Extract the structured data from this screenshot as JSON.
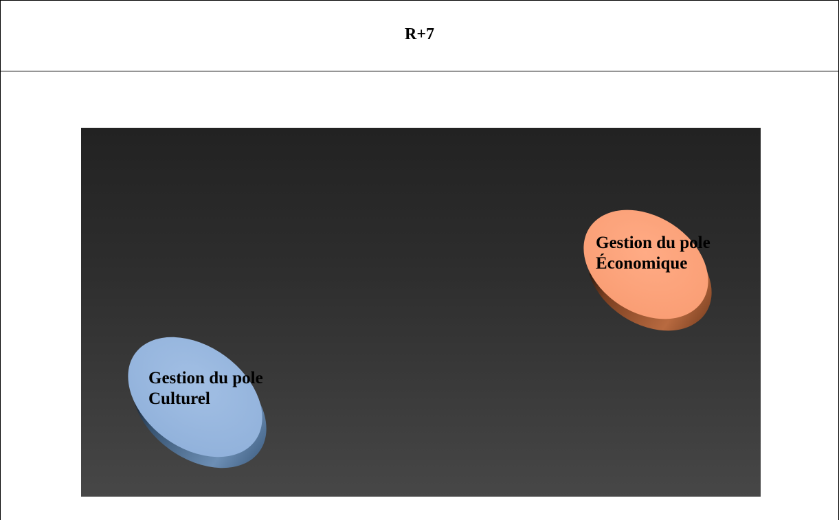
{
  "header": {
    "title": "R+7"
  },
  "scene": {
    "poles": [
      {
        "line1": "Gestion du pole",
        "line2": "Économique",
        "top_color": "#ffa57e",
        "side_color": "#9c5230"
      },
      {
        "line1": "Gestion du pole",
        "line2": "Culturel",
        "top_color": "#98b6de",
        "side_color": "#3e5f84"
      }
    ]
  }
}
